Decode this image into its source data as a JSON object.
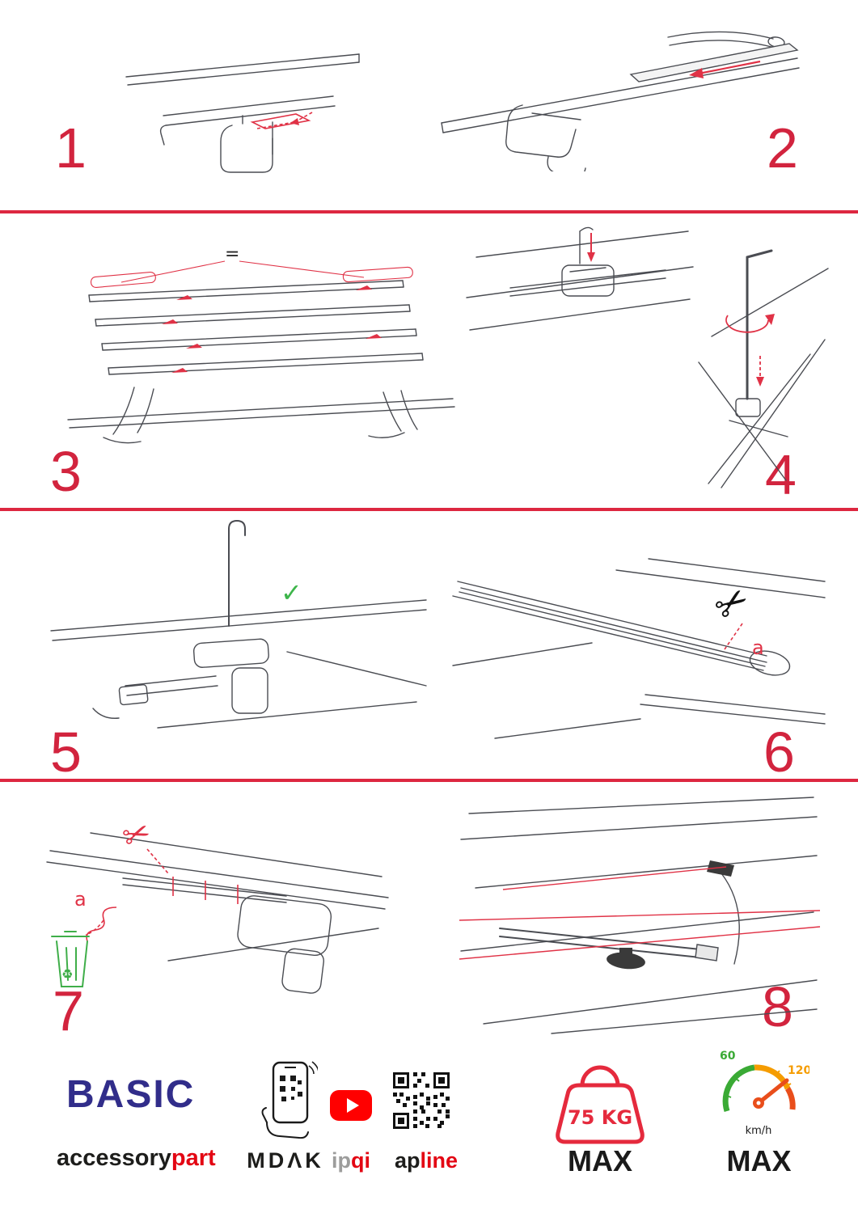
{
  "page": {
    "background": "#ffffff",
    "accent_red": "#dd2740",
    "annotation_red": "#e03246",
    "green": "#3db54a",
    "brand_blue": "#312d8a"
  },
  "steps": [
    {
      "number": "1"
    },
    {
      "number": "2"
    },
    {
      "number": "3",
      "equal_label": "="
    },
    {
      "number": "4"
    },
    {
      "number": "5",
      "check_label": "✓"
    },
    {
      "number": "6",
      "cut_label": "a"
    },
    {
      "number": "7",
      "cut_label": "a"
    },
    {
      "number": "8"
    }
  ],
  "icons": {
    "scissors": "✂",
    "recycle": "♻"
  },
  "footer": {
    "brand": {
      "title": "BASIC",
      "name_black": "accessory",
      "name_red": "part"
    },
    "mdak": {
      "label": "MDΛK"
    },
    "ipqi": {
      "label_gray": "ip",
      "label_red": "qi"
    },
    "apline": {
      "label_black": "ap",
      "label_red": "line"
    },
    "weight": {
      "value": "75 KG",
      "max_label": "MAX"
    },
    "speedometer": {
      "low": "60",
      "high": "120",
      "unit": "km/h",
      "max_label": "MAX"
    }
  }
}
